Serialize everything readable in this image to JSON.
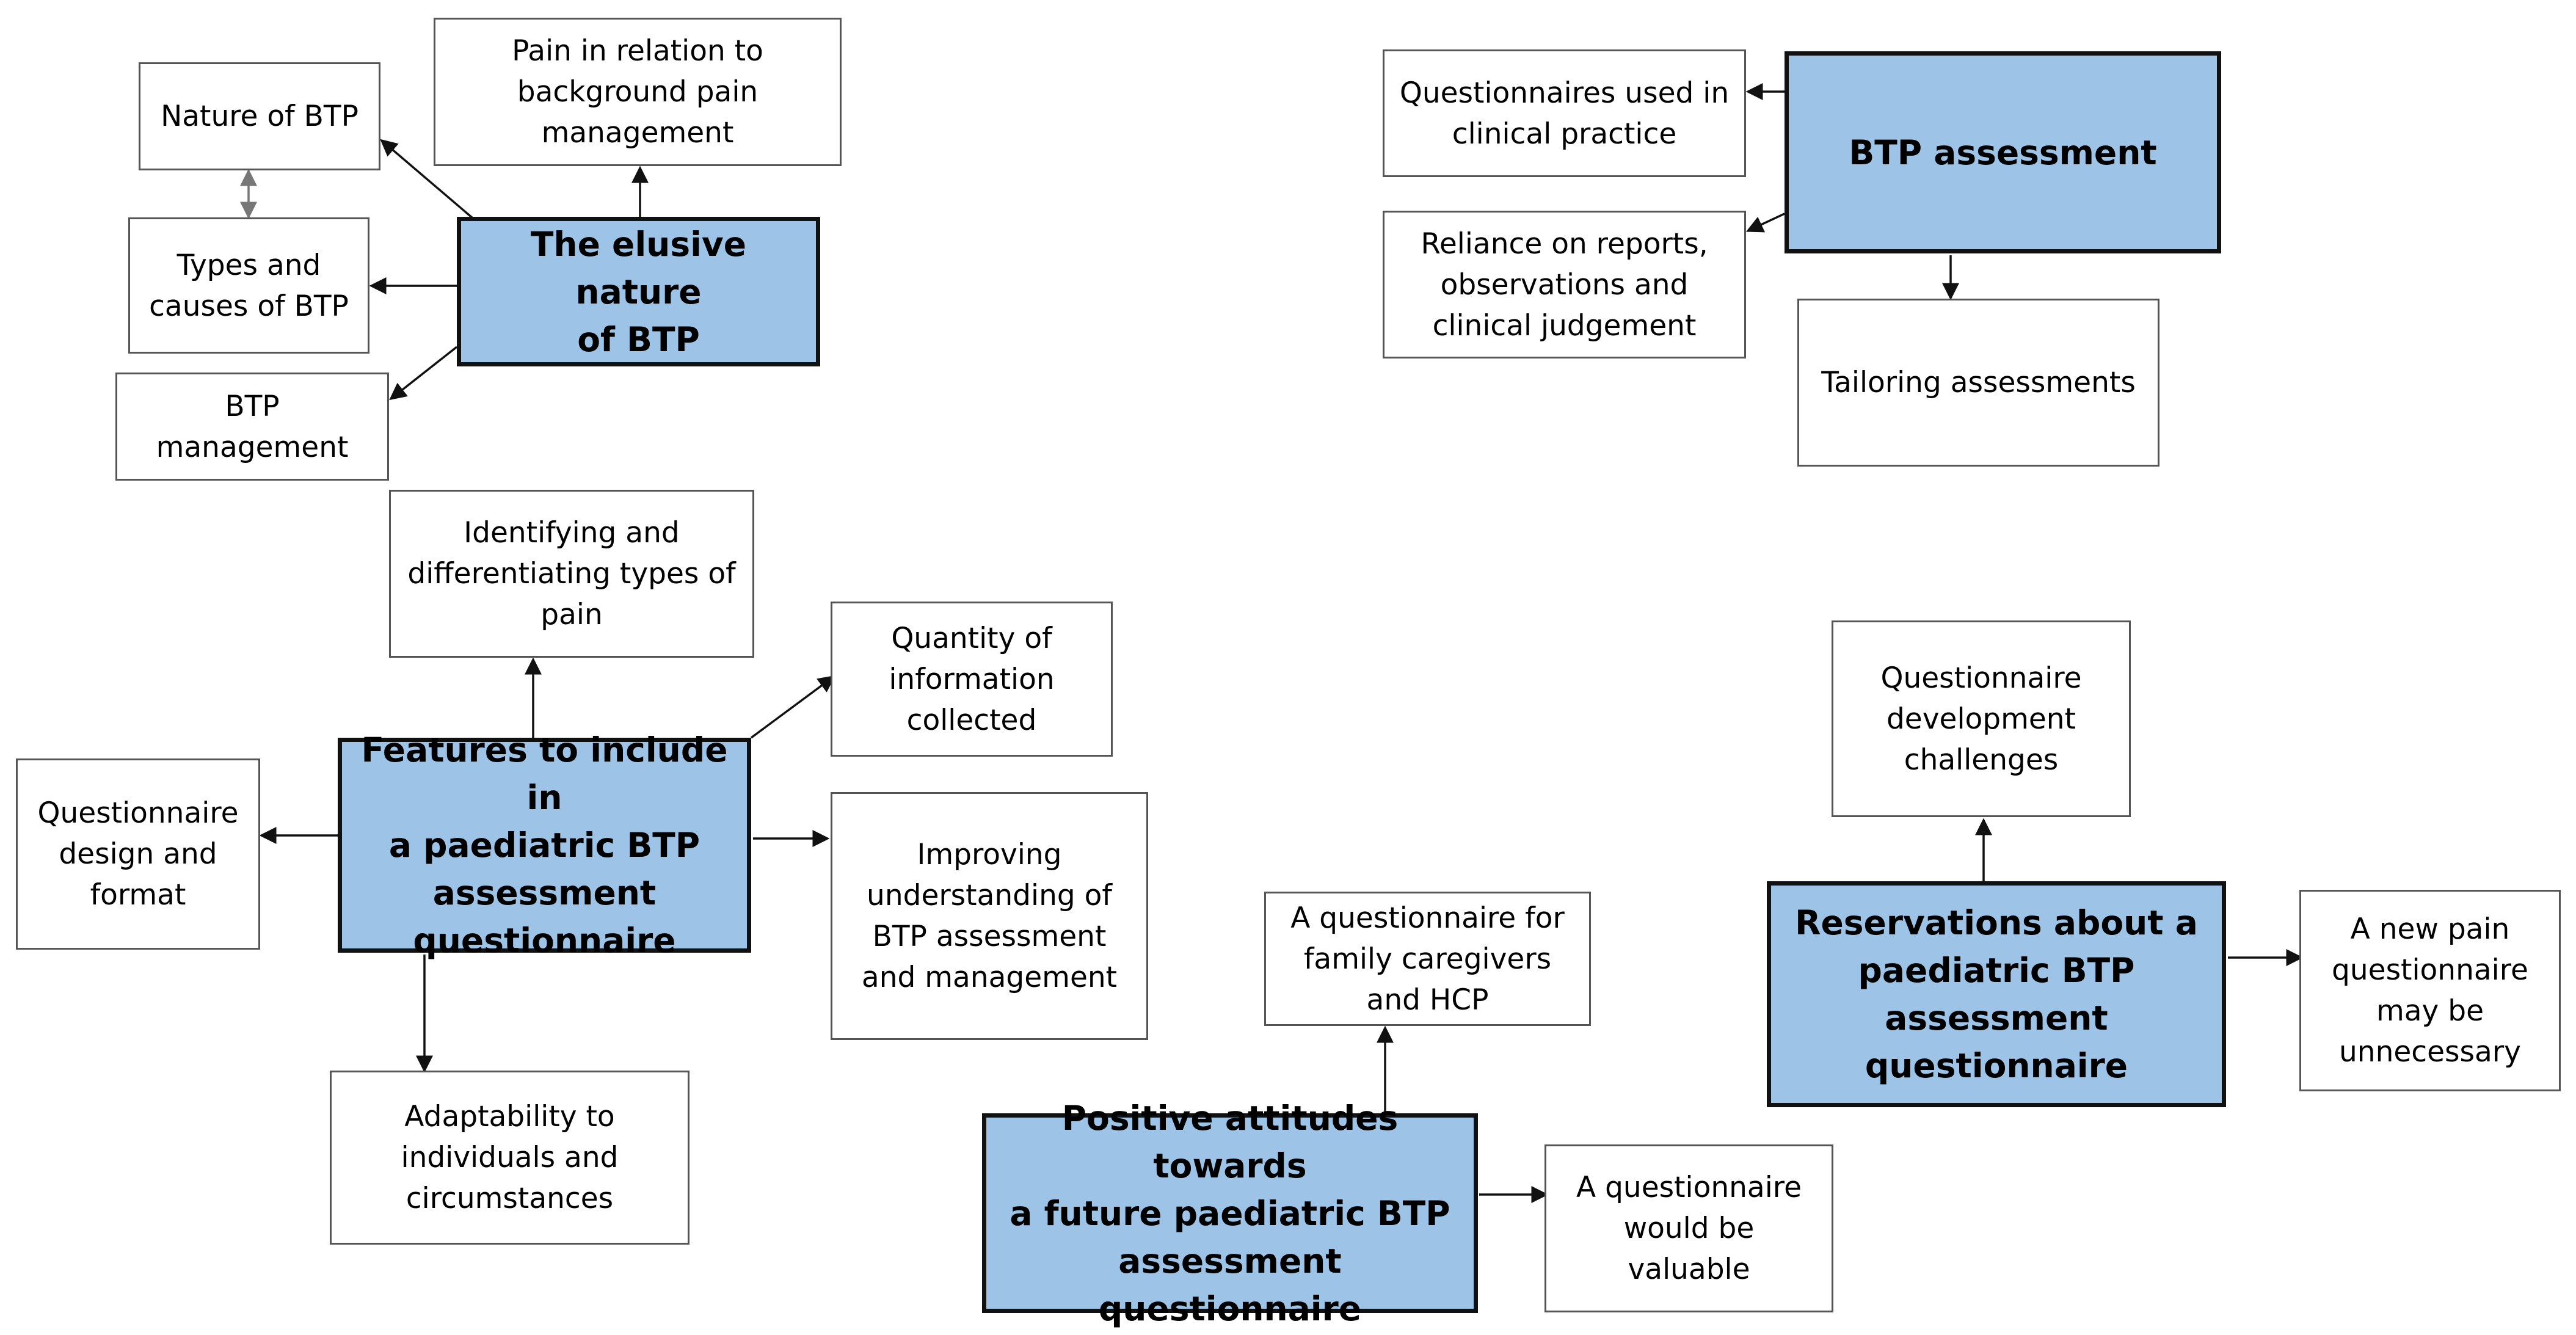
{
  "diagram": {
    "themes": {
      "elusive": "The elusive nature\nof BTP",
      "assessment": "BTP assessment",
      "features": "Features to include in\na paediatric BTP\nassessment\nquestionnaire",
      "positive": "Positive attitudes towards\na future paediatric BTP\nassessment questionnaire",
      "reservations": "Reservations about a\npaediatric BTP\nassessment\nquestionnaire"
    },
    "subthemes": {
      "nature": "Nature of BTP",
      "pain_relation": "Pain in relation to\nbackground pain\nmanagement",
      "types_causes": "Types and\ncauses of BTP",
      "btp_management": "BTP\nmanagement",
      "questionnaires_used": "Questionnaires used in\nclinical practice",
      "reliance": "Reliance on reports,\nobservations and\nclinical judgement",
      "tailoring": "Tailoring assessments",
      "identifying": "Identifying and\ndifferentiating types of\npain",
      "quantity": "Quantity of\ninformation\ncollected",
      "design_format": "Questionnaire\ndesign and\nformat",
      "improving": "Improving\nunderstanding of\nBTP assessment\nand management",
      "adaptability": "Adaptability to\nindividuals and\ncircumstances",
      "family": "A questionnaire for\nfamily caregivers\nand HCP",
      "valuable": "A questionnaire\nwould be\nvaluable",
      "dev_challenges": "Questionnaire\ndevelopment\nchallenges",
      "new_pain": "A new pain\nquestionnaire\nmay be\nunnecessary"
    },
    "colors": {
      "theme_fill": "#9dc3e6",
      "theme_border": "#111111",
      "box_border": "#555555",
      "arrow": "#111111",
      "double_arrow": "#777777"
    }
  }
}
